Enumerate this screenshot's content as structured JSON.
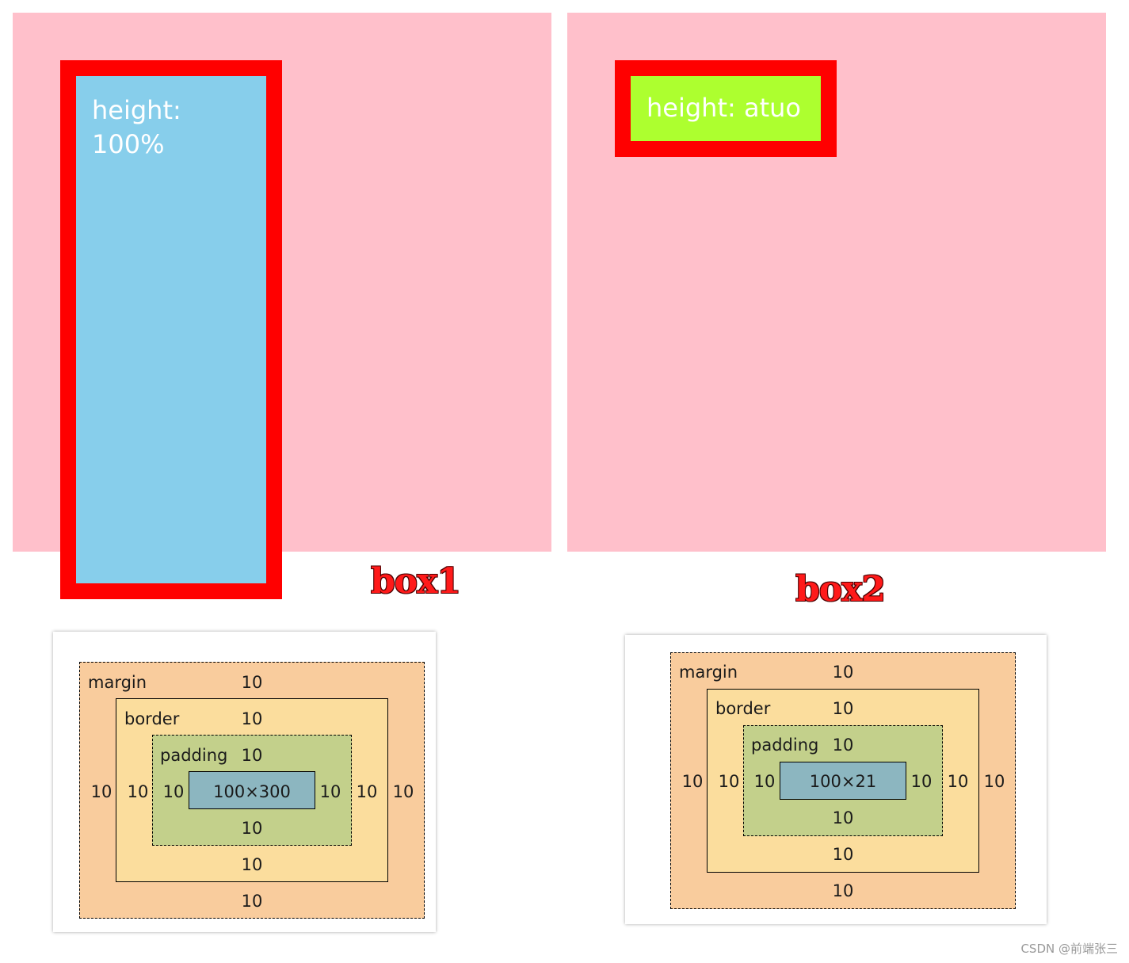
{
  "box1": {
    "label_line1": "height:",
    "label_line2": "100%",
    "caption": "box1"
  },
  "box2": {
    "label": "height: atuo",
    "caption": "box2"
  },
  "boxmodel1": {
    "margin_label": "margin",
    "border_label": "border",
    "padding_label": "padding",
    "margin_value": "10",
    "border_value": "10",
    "padding_value": "10",
    "content": "100×300"
  },
  "boxmodel2": {
    "margin_label": "margin",
    "border_label": "border",
    "padding_label": "padding",
    "margin_value": "10",
    "border_value": "10",
    "padding_value": "10",
    "content": "100×21"
  },
  "watermark": "CSDN @前端张三",
  "colors": {
    "outer_bg": "#ffc0cb",
    "border_red": "#ff0000",
    "box1_fill": "#87ceeb",
    "box2_fill": "#adff2f",
    "margin": "#f9cc9d",
    "border": "#fbdd9d",
    "padding": "#c3d08b",
    "content": "#8cb6c0"
  }
}
